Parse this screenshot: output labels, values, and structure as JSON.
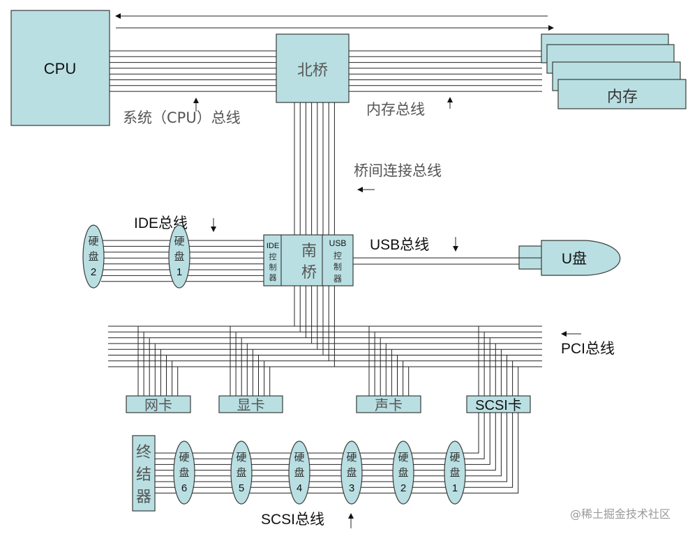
{
  "diagram": {
    "title": "Computer bus architecture",
    "colors": {
      "component_fill": "#b9dfe2",
      "stroke": "#3a3a3a",
      "wire": "#222222"
    },
    "components": {
      "cpu": "CPU",
      "north_bridge": "北桥",
      "memory": "内存",
      "south_bridge": [
        "南",
        "桥"
      ],
      "ide_controller": [
        "IDE",
        "控",
        "制",
        "器"
      ],
      "usb_controller": [
        "USB",
        "控",
        "制",
        "器"
      ],
      "usb_disk": "U盘",
      "ide_disks": [
        {
          "lines": [
            "硬",
            "盘",
            "2"
          ]
        },
        {
          "lines": [
            "硬",
            "盘",
            "1"
          ]
        }
      ],
      "pci_cards": [
        "网卡",
        "显卡",
        "声卡",
        "SCSI卡"
      ],
      "terminator": [
        "终",
        "结",
        "器"
      ],
      "scsi_disks": [
        {
          "lines": [
            "硬",
            "盘",
            "6"
          ]
        },
        {
          "lines": [
            "硬",
            "盘",
            "5"
          ]
        },
        {
          "lines": [
            "硬",
            "盘",
            "4"
          ]
        },
        {
          "lines": [
            "硬",
            "盘",
            "3"
          ]
        },
        {
          "lines": [
            "硬",
            "盘",
            "2"
          ]
        },
        {
          "lines": [
            "硬",
            "盘",
            "1"
          ]
        }
      ]
    },
    "buses": {
      "system_bus": "系统（CPU）总线",
      "memory_bus": "内存总线",
      "bridge_bus": "桥间连接总线",
      "ide_bus": "IDE总线",
      "usb_bus": "USB总线",
      "pci_bus": "PCI总线",
      "scsi_bus": "SCSI总线"
    },
    "watermark": "@稀土掘金技术社区"
  }
}
